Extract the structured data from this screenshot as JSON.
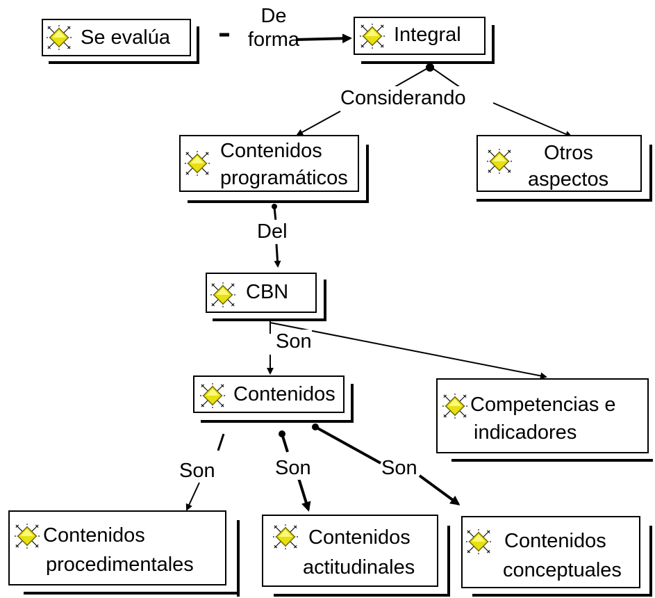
{
  "nodes": {
    "se_evalua": "Se evalúa",
    "integral": "Integral",
    "contenidos_prog_1": "Contenidos",
    "contenidos_prog_2": "programáticos",
    "otros_1": "Otros",
    "otros_2": "aspectos",
    "cbn": "CBN",
    "contenidos": "Contenidos",
    "competencias_1": "Competencias e",
    "competencias_2": "indicadores",
    "procedimentales_1": "Contenidos",
    "procedimentales_2": "procedimentales",
    "actitudinales_1": "Contenidos",
    "actitudinales_2": "actitudinales",
    "conceptuales_1": "Contenidos",
    "conceptuales_2": "conceptuales"
  },
  "links": {
    "de_forma_1": "De",
    "de_forma_2": "forma",
    "considerando": "Considerando",
    "del": "Del",
    "son_cbn": "Son",
    "son_proc": "Son",
    "son_act": "Son",
    "son_conc": "Son"
  },
  "icon": "concept-gem-icon"
}
